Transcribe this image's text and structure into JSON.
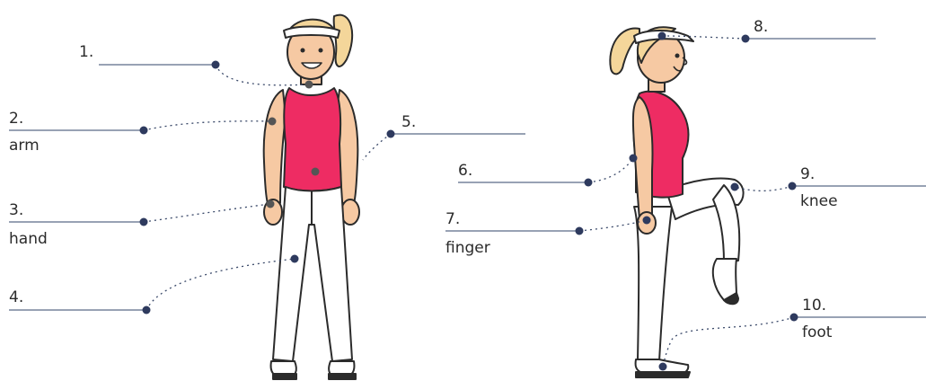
{
  "labels": [
    {
      "number": "1.",
      "word": ""
    },
    {
      "number": "2.",
      "word": "arm"
    },
    {
      "number": "3.",
      "word": "hand"
    },
    {
      "number": "4.",
      "word": ""
    },
    {
      "number": "5.",
      "word": ""
    },
    {
      "number": "6.",
      "word": ""
    },
    {
      "number": "7.",
      "word": "finger"
    },
    {
      "number": "8.",
      "word": ""
    },
    {
      "number": "9.",
      "word": "knee"
    },
    {
      "number": "10.",
      "word": "foot"
    }
  ],
  "colors": {
    "line": "#5a6a86",
    "dot": "#2e3a5e",
    "top": "#ee2c63",
    "skin": "#f6c9a3",
    "hair": "#f4d69a",
    "outline": "#2b2b2b"
  }
}
